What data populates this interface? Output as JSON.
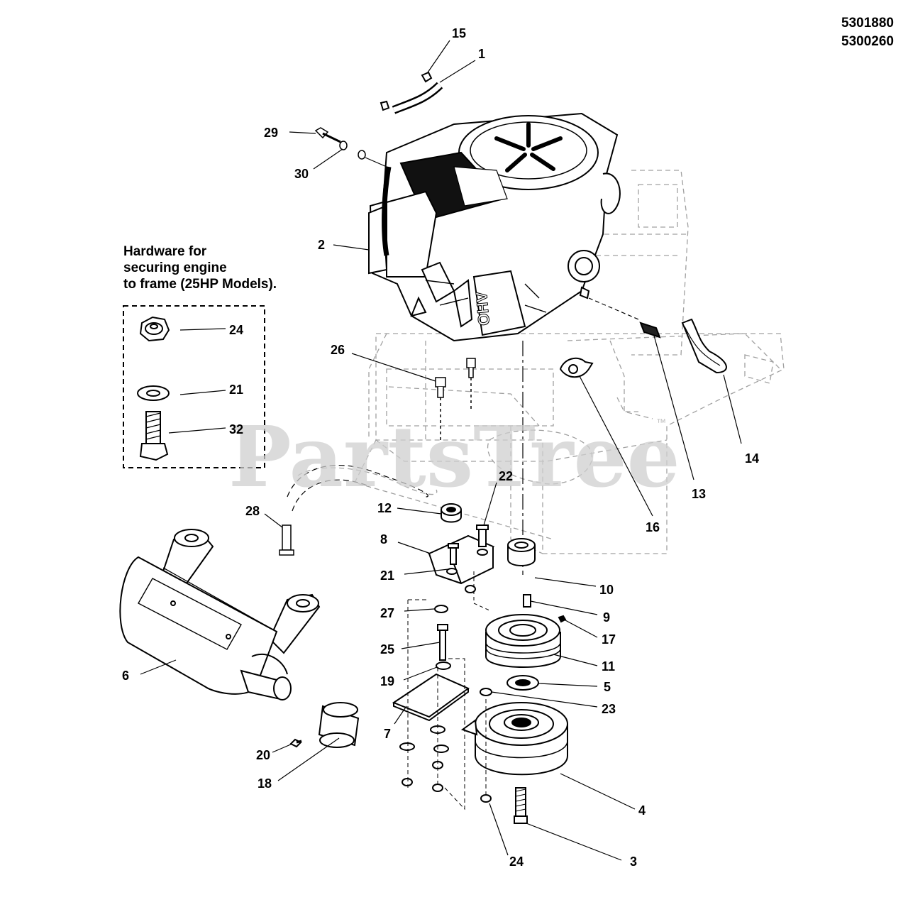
{
  "model_numbers": [
    "5301880",
    "5300260"
  ],
  "hardware_box": {
    "caption_lines": [
      "Hardware for",
      "securing engine",
      "to frame (25HP Models)."
    ],
    "items": [
      "24",
      "21",
      "32"
    ]
  },
  "watermark": {
    "text": "PartsTree",
    "trademark": "™"
  },
  "callouts": [
    "15",
    "1",
    "29",
    "30",
    "2",
    "26",
    "16",
    "13",
    "14",
    "28",
    "12",
    "22",
    "8",
    "21",
    "10",
    "9",
    "17",
    "27",
    "25",
    "11",
    "19",
    "5",
    "23",
    "7",
    "6",
    "20",
    "18",
    "4",
    "24",
    "3"
  ],
  "colors": {
    "line": "#000000",
    "background": "#ffffff",
    "watermark": "#cfcfcf",
    "frame_dashed": "#9a9a9a"
  }
}
